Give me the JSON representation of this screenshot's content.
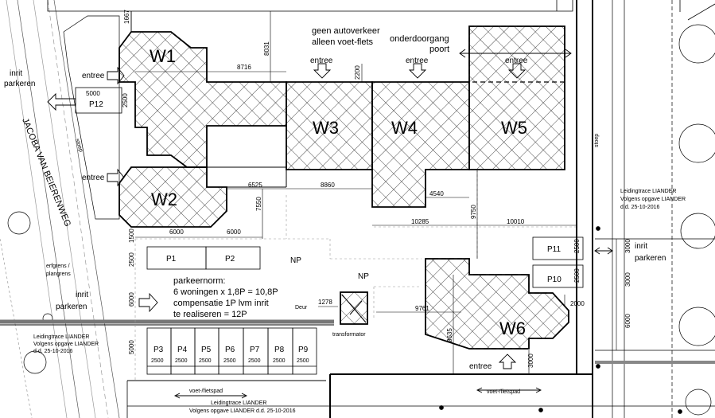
{
  "buildings": [
    {
      "id": "W1"
    },
    {
      "id": "W2"
    },
    {
      "id": "W3"
    },
    {
      "id": "W4"
    },
    {
      "id": "W5"
    },
    {
      "id": "W6"
    }
  ],
  "parking": {
    "top": [
      "P1",
      "P2"
    ],
    "bottom": [
      "P3",
      "P4",
      "P5",
      "P6",
      "P7",
      "P8",
      "P9"
    ],
    "bottom_dim": "2500",
    "right": [
      "P11",
      "P10"
    ],
    "left": "P12",
    "np": "NP"
  },
  "labels": {
    "entree": "entree",
    "inrit": "inrit",
    "parkeren": "parkeren",
    "geen_autoverkeer_1": "geen autoverkeer",
    "geen_autoverkeer_2": "alleen voet-flets",
    "onderdoorgang_1": "onderdoorgang",
    "onderdoorgang_2": "poort",
    "street": "JACOBA VAN BEIERENWEG",
    "stoep": "stoep",
    "erfgrens_1": "erfgrens /",
    "erfgrens_2": "plangrens",
    "deur": "Deur",
    "transformator": "transformator",
    "voetfietspad": "voet-/fietspad",
    "liander_1": "Leidingtrace LIANDER",
    "liander_2": "Volgens opgave LIANDER",
    "liander_3": "d.d. 25-10-2016",
    "liander_bottom_2": "Volgens opgave LIANDER d.d. 25-10-2016"
  },
  "parkeernorm": [
    "parkeernorm:",
    "6 woningen x 1,8P = 10,8P",
    "compensatie 1P lvm inrit",
    "te realiseren = 12P"
  ],
  "dimensions": {
    "d1667": "1667",
    "d8031": "8031",
    "d8716": "8716",
    "d2200": "2200",
    "d5000": "5000",
    "d2500": "2500",
    "d6525": "6525",
    "d8860": "8860",
    "d7550": "7550",
    "d4540": "4540",
    "d10285": "10285",
    "d9750": "9750",
    "d10010": "10010",
    "d1500": "1500",
    "d6000": "6000",
    "d1278": "1278",
    "d9761": "9761",
    "d8635": "8635",
    "d3000": "3000",
    "d2000": "2000"
  }
}
